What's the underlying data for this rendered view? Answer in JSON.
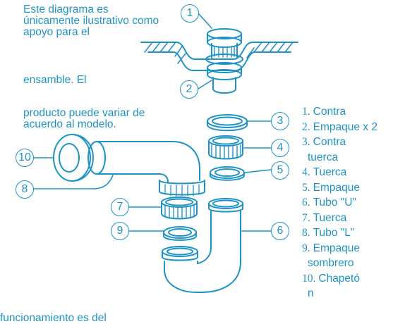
{
  "notes": {
    "line1": "Este diagrama es únicamente ilustrativo como apoyo para el",
    "line2": "ensamble. El",
    "line3": "producto puede variar de acuerdo al modelo.",
    "line4": "funcionamiento es del"
  },
  "callouts": [
    "1",
    "2",
    "3",
    "4",
    "5",
    "6",
    "7",
    "8",
    "9",
    "10"
  ],
  "legend": [
    {
      "num": "1.",
      "label": "Contra"
    },
    {
      "num": "2.",
      "label": "Empaque x 2"
    },
    {
      "num": "3.",
      "label": "Contra",
      "cont": "tuerca"
    },
    {
      "num": "4.",
      "label": "Tuerca"
    },
    {
      "num": "5.",
      "label": "Empaque"
    },
    {
      "num": "6.",
      "label": "Tubo \"U\""
    },
    {
      "num": "7.",
      "label": "Tuerca"
    },
    {
      "num": "8.",
      "label": "Tubo \"L\""
    },
    {
      "num": "9.",
      "label": "Empaque",
      "cont": "sombrero"
    },
    {
      "num": "10.",
      "label": "Chapetó",
      "cont": "n"
    }
  ],
  "colors": {
    "stroke": "#1f93c6",
    "background": "#ffffff"
  }
}
